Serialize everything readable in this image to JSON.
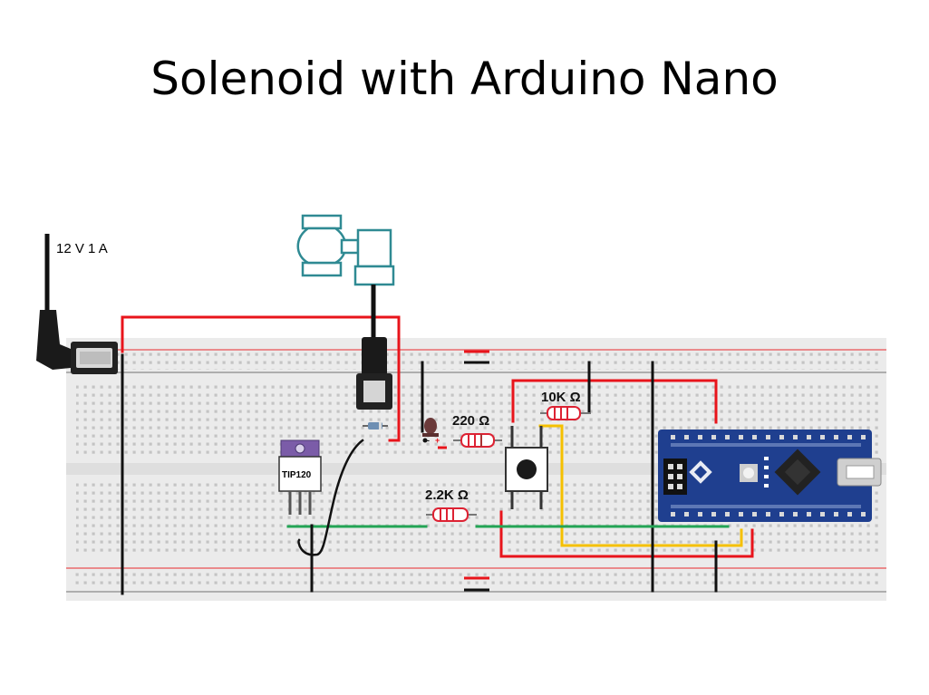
{
  "title": "Solenoid with Arduino Nano",
  "power_supply_label": "12 V 1 A",
  "transistor_label": "TIP120",
  "resistors": [
    {
      "label": "220 Ω"
    },
    {
      "label": "10K Ω"
    },
    {
      "label": "2.2K Ω"
    }
  ],
  "led_marks": {
    "minus": "-",
    "plus": "+"
  },
  "colors": {
    "wire_red": "#e8141b",
    "wire_black": "#111111",
    "wire_green": "#23a455",
    "wire_yellow": "#f5c000",
    "valve_teal": "#2f8a93",
    "transistor_purple": "#7b5ca8",
    "arduino_blue": "#1f3f8f",
    "breadboard": "#ebebeb"
  }
}
